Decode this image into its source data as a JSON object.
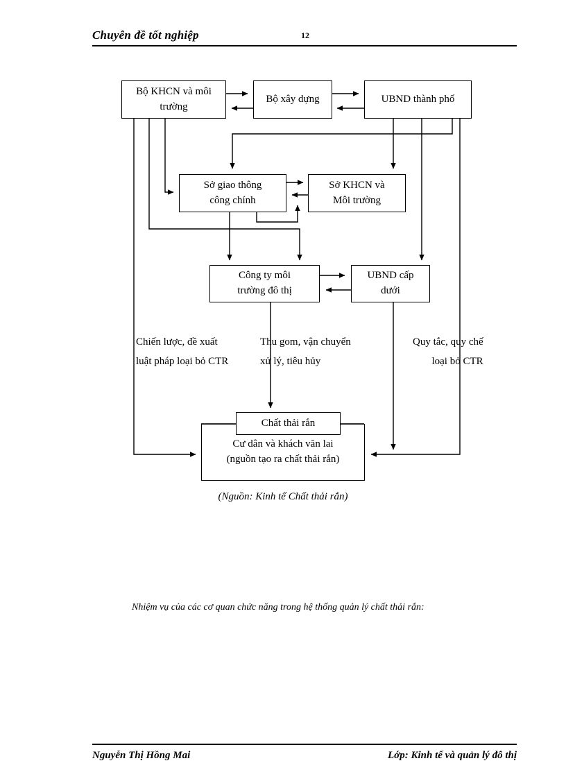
{
  "document": {
    "header": {
      "title": "Chuyên đề tốt nghiệp",
      "page_number": "12"
    },
    "footer": {
      "author": "Nguyễn Thị Hồng Mai",
      "class": "Lớp: Kinh tế và quản lý đô thị"
    },
    "body": {
      "line_1": "Nhiệm vụ của các cơ quan chức năng trong hệ thống quản lý chất thải rắn:"
    },
    "figure": {
      "caption": "(Nguồn: Kinh tế Chất thải rắn)",
      "nodes": {
        "bo_khcn": {
          "line_1": "Bộ KHCN và môi",
          "line_2": "trường"
        },
        "bo_xay_dung": {
          "line_1": "Bộ xây dựng",
          "line_2": ""
        },
        "ubnd_thanh_pho": {
          "line_1": "UBND thành phố",
          "line_2": ""
        },
        "so_giao_thong": {
          "line_1": "Sở giao thông",
          "line_2": "công chính"
        },
        "so_khcn": {
          "line_1": "Sở KHCN và",
          "line_2": "Môi trường"
        },
        "cong_ty_moi_truong": {
          "line_1": "Công ty môi",
          "line_2": "trường đô thị"
        },
        "ubnd_cap_duoi": {
          "line_1": "UBND cấp",
          "line_2": "dưới"
        },
        "chat_thai_ran": {
          "line_1": "Chất thải rắn",
          "line_2": ""
        },
        "cu_dan": {
          "line_1": "Cư dân và khách văn lai",
          "line_2": "(nguồn tạo ra chất thải rắn)"
        }
      },
      "edge_labels": {
        "left": {
          "line_1": "Chiến lược, đề xuất",
          "line_2": "luật pháp loại bỏ CTR"
        },
        "middle": {
          "line_1": "Thu gom, vận chuyển",
          "line_2": "xử lý, tiêu hủy"
        },
        "right": {
          "line_1": "Quy tắc, quy chế",
          "line_2": "loại bỏ CTR"
        }
      }
    }
  },
  "colors": {
    "ink": "#000000",
    "paper": "#ffffff"
  }
}
